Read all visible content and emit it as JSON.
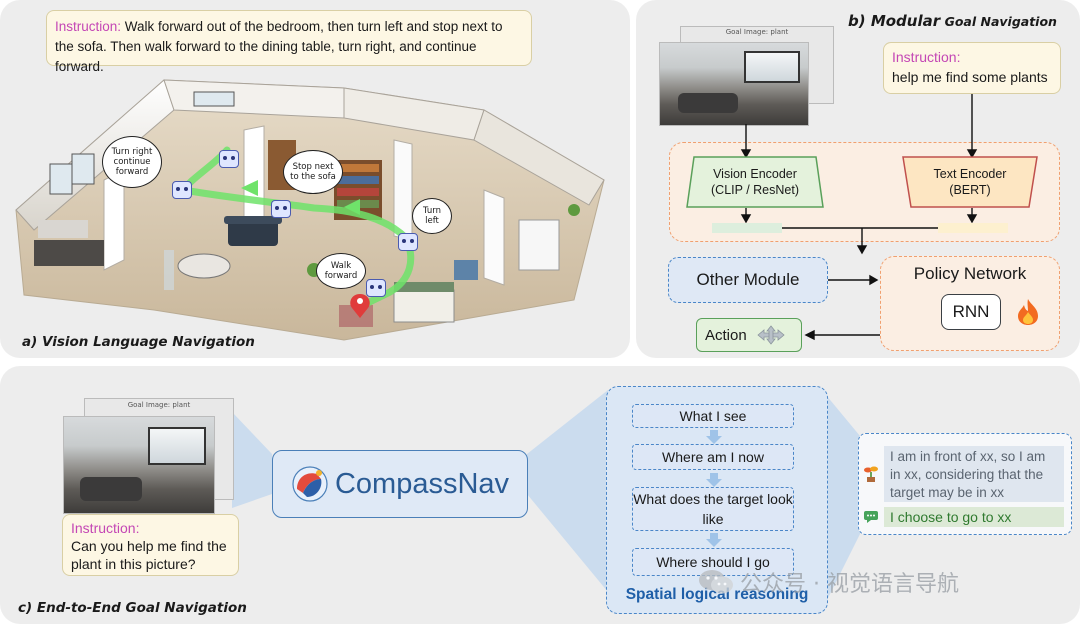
{
  "panel_a": {
    "instruction_label": "Instruction:",
    "instruction_text": "Walk forward out of the bedroom, then turn left and stop next to the sofa. Then walk forward to the dining table, turn right, and continue forward.",
    "bubbles": {
      "turn_right": "Turn right continue forward",
      "stop_sofa": "Stop next to the sofa",
      "turn_left": "Turn left",
      "walk_forward": "Walk forward"
    },
    "title": "a) Vision Language Navigation"
  },
  "panel_b": {
    "title_main": "b) Modular",
    "title_sub": "Goal Navigation",
    "goal_image_label": "Goal Image: plant",
    "instruction_label": "Instruction:",
    "instruction_text": "help me find some plants",
    "vision_encoder": "Vision Encoder (CLIP / ResNet)",
    "text_encoder": "Text Encoder (BERT)",
    "other_module": "Other Module",
    "policy_network": "Policy Network",
    "rnn": "RNN",
    "action": "Action"
  },
  "panel_c": {
    "goal_image_label": "Goal Image: plant",
    "instruction_label": "Instruction:",
    "instruction_text": "Can you help me find the plant in this picture?",
    "brand": "CompassNav",
    "steps": [
      "What I see",
      "Where am I now",
      "What does the target look like",
      "Where should I go"
    ],
    "reasoning_label": "Spatial logical reasoning",
    "thought_text": "I am in front of xx, so I am in xx, considering that the target may be in xx",
    "decision_text": "I choose to go to xx",
    "title": "c) End-to-End Goal Navigation"
  },
  "watermark": "公众号 · 视觉语言导航",
  "colors": {
    "instruction_label": "#c447b5",
    "orange_dash": "#f0a070",
    "blue_dash": "#4a86c8",
    "green_box": "#5aa05a",
    "reasoning_text": "#1f5fa8",
    "decision_text": "#2f7a2f"
  },
  "icons": [
    "robot-icon",
    "location-pin-icon",
    "fire-icon",
    "move-arrows-icon",
    "compass-logo-icon",
    "plant-icon",
    "chat-bubble-icon"
  ]
}
